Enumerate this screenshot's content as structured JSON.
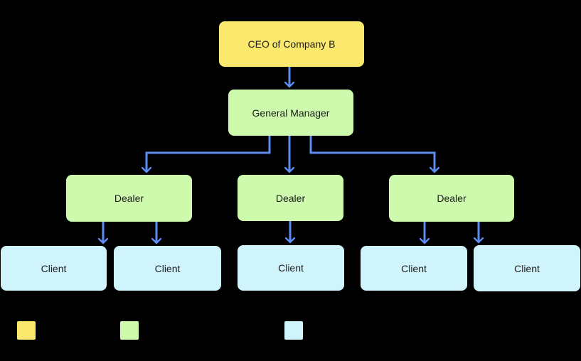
{
  "palette": {
    "background": "#000000",
    "ceo_fill": "#FBE96E",
    "manager_fill": "#CDFAAC",
    "client_fill": "#CFF4FC",
    "connector": "#5D8CF2",
    "text": "#1C1C1C"
  },
  "nodes": {
    "ceo": {
      "label": "CEO of Company B"
    },
    "general_manager": {
      "label": "General Manager"
    },
    "dealer_1": {
      "label": "Dealer"
    },
    "dealer_2": {
      "label": "Dealer"
    },
    "dealer_3": {
      "label": "Dealer"
    },
    "client_1": {
      "label": "Client"
    },
    "client_2": {
      "label": "Client"
    },
    "client_3": {
      "label": "Client"
    },
    "client_4": {
      "label": "Client"
    },
    "client_5": {
      "label": "Client"
    }
  },
  "hierarchy": {
    "edges": [
      {
        "from": "ceo",
        "to": "general_manager"
      },
      {
        "from": "general_manager",
        "to": "dealer_1"
      },
      {
        "from": "general_manager",
        "to": "dealer_2"
      },
      {
        "from": "general_manager",
        "to": "dealer_3"
      },
      {
        "from": "dealer_1",
        "to": "client_1"
      },
      {
        "from": "dealer_1",
        "to": "client_2"
      },
      {
        "from": "dealer_2",
        "to": "client_3"
      },
      {
        "from": "dealer_3",
        "to": "client_4"
      },
      {
        "from": "dealer_3",
        "to": "client_5"
      }
    ]
  },
  "legend": {
    "swatches": [
      {
        "color": "#FBE96E"
      },
      {
        "color": "#CDFAAC"
      },
      {
        "color": "#CFF4FC"
      }
    ]
  }
}
